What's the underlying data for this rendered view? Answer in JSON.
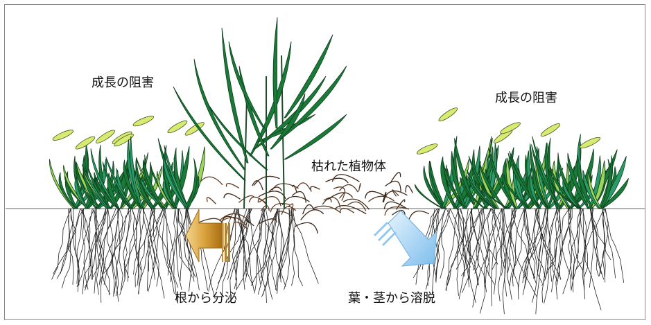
{
  "labels": {
    "growth_inhibition_left": "成長の阻害",
    "growth_inhibition_right": "成長の阻害",
    "dead_plant_matter": "枯れた植物体",
    "root_exudation": "根から分泌",
    "leaching_from_leaves_stems": "葉・茎から溶脱"
  },
  "colors": {
    "leaf_dark": "#1a7a38",
    "leaf_light": "#9fd45b",
    "leaf_teal": "#2a9c6a",
    "leaf_yellow": "#d9ea72",
    "dead_leaf": "#5a3a22",
    "root": "#222222",
    "ground": "#9a9a9a",
    "arrow_gold": "#d9a23c",
    "arrow_blue": "#8fc8f0"
  }
}
